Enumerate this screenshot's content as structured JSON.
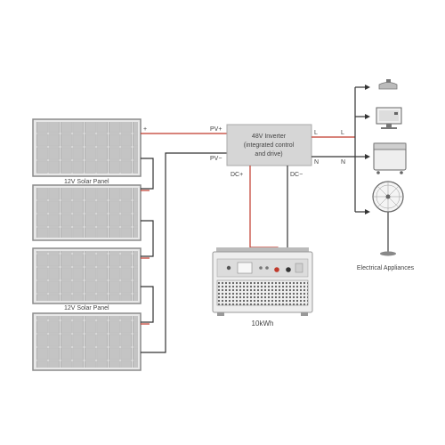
{
  "panels": {
    "label_top": "12V Solar Panel",
    "label_bottom": "12V Solar Panel",
    "plus_sign": "+",
    "minus_sign": "−"
  },
  "inverter": {
    "line1": "48V Inverter",
    "line2": "(integrated control",
    "line3": "and drive)",
    "pv_plus": "PV+",
    "pv_minus": "PV−",
    "dc_plus": "DC+",
    "dc_minus": "DC−",
    "l_in": "L",
    "n_in": "N",
    "l_out": "L",
    "n_out": "N"
  },
  "battery": {
    "label": "10kWh"
  },
  "appliances": {
    "label": "Electrical Appliances"
  },
  "colors": {
    "positive_wire": "#c0392b",
    "negative_wire": "#333333",
    "panel_frame": "#8a8a8a",
    "panel_cell": "#bdbdbd",
    "inverter_fill": "#d6d6d6"
  }
}
